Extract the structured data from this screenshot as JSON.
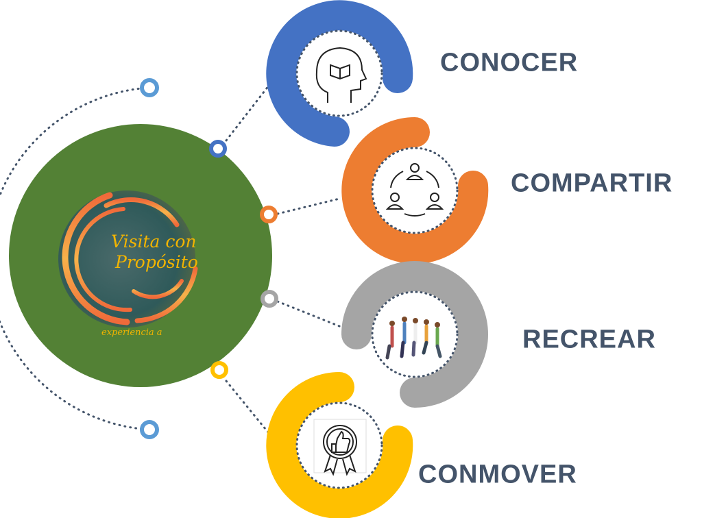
{
  "center": {
    "logo_title_line1": "Visita con",
    "logo_title_line2": "Propósito",
    "logo_subtitle": "experiencia a",
    "ring_color": "#538135"
  },
  "items": [
    {
      "label": "CONOCER",
      "color": "#4472c4",
      "icon": "head-book-icon"
    },
    {
      "label": "COMPARTIR",
      "color": "#ed7d31",
      "icon": "people-cycle-icon"
    },
    {
      "label": "RECREAR",
      "color": "#a5a5a5",
      "icon": "jumping-people-icon"
    },
    {
      "label": "CONMOVER",
      "color": "#ffc000",
      "icon": "thumbs-up-badge-icon"
    }
  ],
  "label_color": "#44546a"
}
